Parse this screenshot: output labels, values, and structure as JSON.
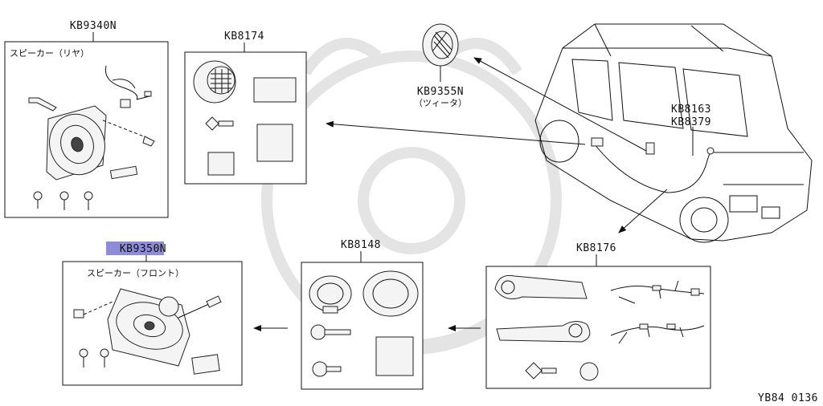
{
  "callouts": {
    "rear_speaker_code": "KB9340N",
    "rear_speaker_name": "スピーカー（リヤ）",
    "kit_top_code": "KB8174",
    "tweeter_code": "KB9355N",
    "tweeter_name": "（ツィータ）",
    "harness_code_1": "KB8163",
    "harness_code_2": "KB8379",
    "front_speaker_code": "KB9350N",
    "front_speaker_name": "スピーカー（フロント）",
    "adapter_kit_code": "KB8148",
    "harness_kit_code": "KB8176"
  },
  "footer": {
    "drawing_id": "YB84 0136"
  },
  "colors": {
    "highlight": "#8c8cd9",
    "line": "#111111",
    "watermark": "#e4e4e4"
  }
}
